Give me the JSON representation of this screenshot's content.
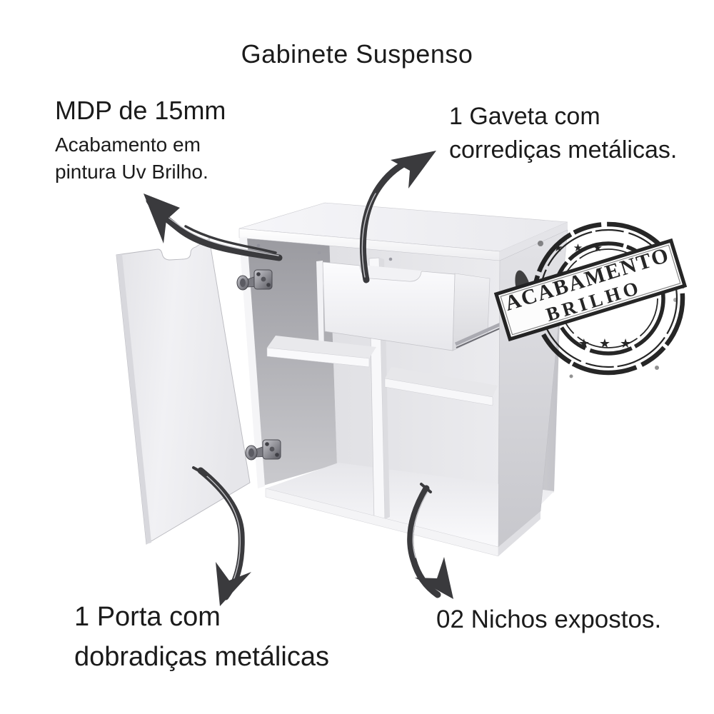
{
  "title": "Gabinete Suspenso",
  "annotations": {
    "material": {
      "line1": "MDP de 15mm",
      "line2": "Acabamento em",
      "line3": "pintura Uv Brilho."
    },
    "drawer": {
      "line1": "1 Gaveta com",
      "line2": "corrediças metálicas."
    },
    "door": {
      "line1": "1 Porta com",
      "line2": "dobradiças metálicas"
    },
    "niches": {
      "line1": "02 Nichos expostos."
    }
  },
  "stamp": {
    "line1": "ACABAMENTO",
    "line2": "BRILHO",
    "stars_top": "★ ★ ★",
    "stars_bottom": "★ ★ ★"
  },
  "icons": {
    "arrows": "curved-hand-drawn-arrow",
    "hinges": "metal-hinge",
    "drawer_rail": "metal-slide-rail"
  },
  "colors": {
    "ink": "#1b1b1b",
    "arrow": "#3a3a3d",
    "stamp_ink": "#141414",
    "cabinet_light": "#f8f8fa",
    "cabinet_mid": "#dededf",
    "cabinet_shadow": "#9a9aa0"
  }
}
